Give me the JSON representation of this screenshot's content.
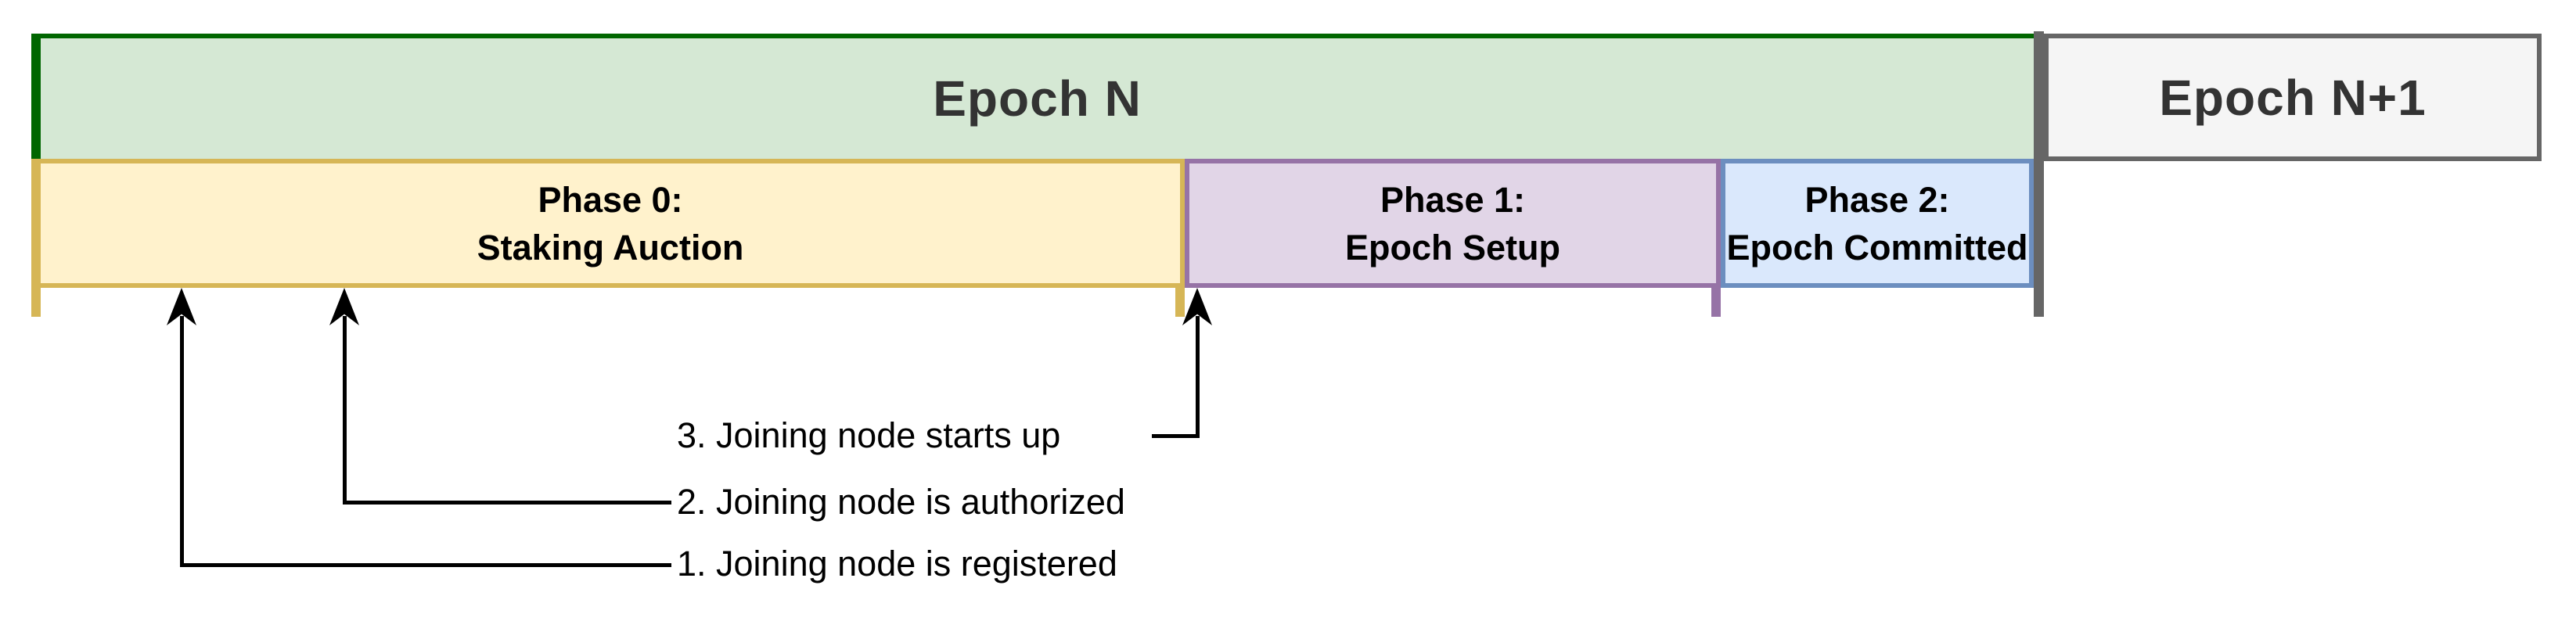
{
  "diagram": {
    "epoch_n_title": "Epoch N",
    "epoch_n1_title": "Epoch N+1",
    "phases": {
      "phase0": {
        "line1": "Phase 0:",
        "line2": "Staking Auction"
      },
      "phase1": {
        "line1": "Phase 1:",
        "line2": "Epoch Setup"
      },
      "phase2": {
        "line1": "Phase 2:",
        "line2": "Epoch Committed"
      }
    },
    "annotations": {
      "step1": "1. Joining node is registered",
      "step2": "2. Joining node is authorized",
      "step3": "3. Joining node starts up"
    },
    "colors": {
      "epoch_n_fill": "#d5e8d4",
      "epoch_n_border": "#006600",
      "epoch_n1_fill": "#f5f5f5",
      "epoch_n1_border": "#666666",
      "epoch_divider": "#666666",
      "phase0_fill": "#fff2cc",
      "phase0_border": "#d6b656",
      "phase1_fill": "#e1d5e7",
      "phase1_border": "#9673a6",
      "phase2_fill": "#dae8fc",
      "phase2_border": "#6c8ebf",
      "epoch_text": "#333333",
      "phase_text": "#000000",
      "arrow": "#000000"
    }
  }
}
